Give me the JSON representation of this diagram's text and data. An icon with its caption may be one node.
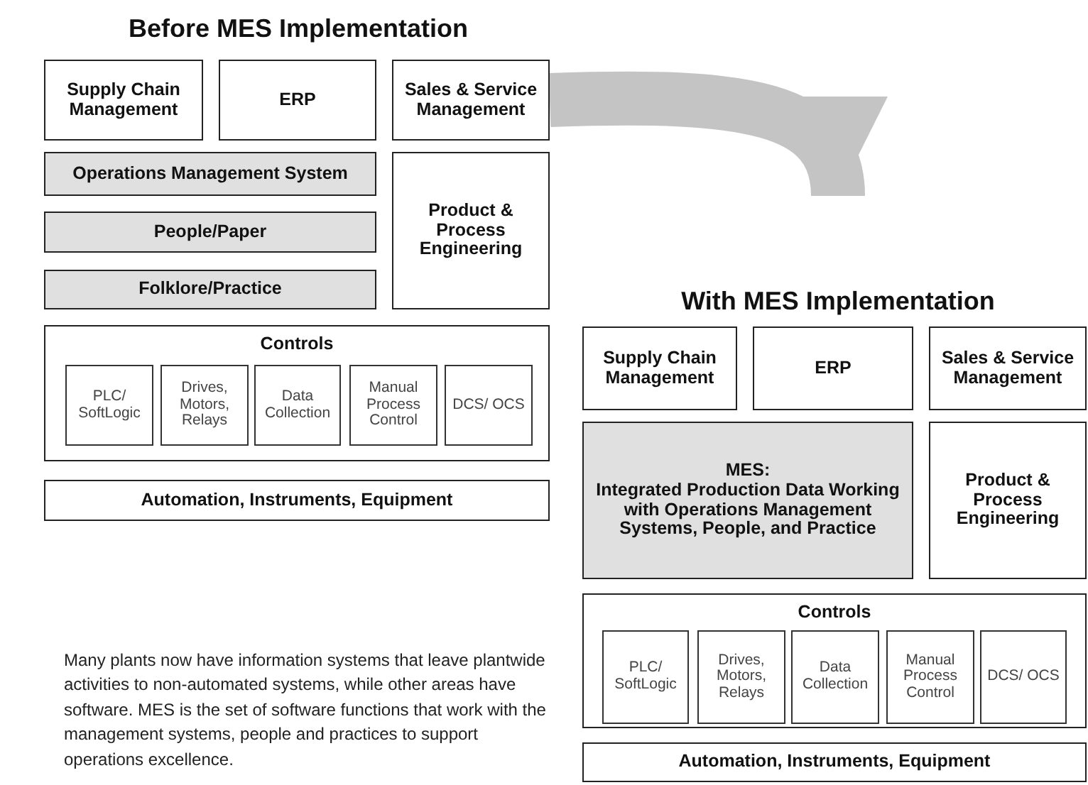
{
  "diagram": {
    "caption": "Many plants now have information systems that leave plantwide activities to non-automated systems, while other areas have software. MES is the set of software functions that work with the management systems, people and practices to support operations excellence.",
    "nodes": [
      {
        "text": [
          "Before MES Implementation"
        ]
      },
      {
        "text": [
          "Supply Chain Management"
        ]
      },
      {
        "text": [
          "ERP"
        ]
      },
      {
        "text": [
          "Sales & Service Management"
        ]
      },
      {
        "text": [
          "Operations Management System"
        ]
      },
      {
        "text": [
          "People/Paper"
        ]
      },
      {
        "text": [
          "Folklore/Practice"
        ]
      },
      {
        "text": [
          "Product & Process Engineering"
        ]
      },
      {
        "text": [
          "Controls"
        ]
      },
      {
        "text": [
          "PLC/ SoftLogic"
        ],
        "in": 8
      },
      {
        "text": [
          "Drives, Motors, Relays"
        ],
        "in": 8
      },
      {
        "text": [
          "Data Collection"
        ],
        "in": 8
      },
      {
        "text": [
          "Manual Process Control"
        ],
        "in": 8
      },
      {
        "text": [
          "DCS/ OCS"
        ],
        "in": 8
      },
      {
        "text": [
          "Automation, Instruments, Equipment"
        ]
      },
      {
        "text": [
          "With MES Implementation"
        ]
      },
      {
        "text": [
          "Supply Chain Management"
        ]
      },
      {
        "text": [
          "ERP"
        ]
      },
      {
        "text": [
          "Sales & Service Management"
        ]
      },
      {
        "text": [
          "MES:",
          "Integrated Production Data Working with Operations Management Systems, People, and Practice"
        ]
      },
      {
        "text": [
          "Product & Process Engineering"
        ]
      },
      {
        "text": [
          "Controls"
        ]
      },
      {
        "text": [
          "PLC/ SoftLogic"
        ],
        "in": 21
      },
      {
        "text": [
          "Drives, Motors, Relays"
        ],
        "in": 21
      },
      {
        "text": [
          "Data Collection"
        ],
        "in": 21
      },
      {
        "text": [
          "Manual Process Control"
        ],
        "in": 21
      },
      {
        "text": [
          "DCS/ OCS"
        ],
        "in": 21
      },
      {
        "text": [
          "Automation, Instruments, Equipment"
        ]
      }
    ],
    "edges": [
      {
        "from": 3,
        "to": 15,
        "arrow": "to"
      }
    ]
  }
}
